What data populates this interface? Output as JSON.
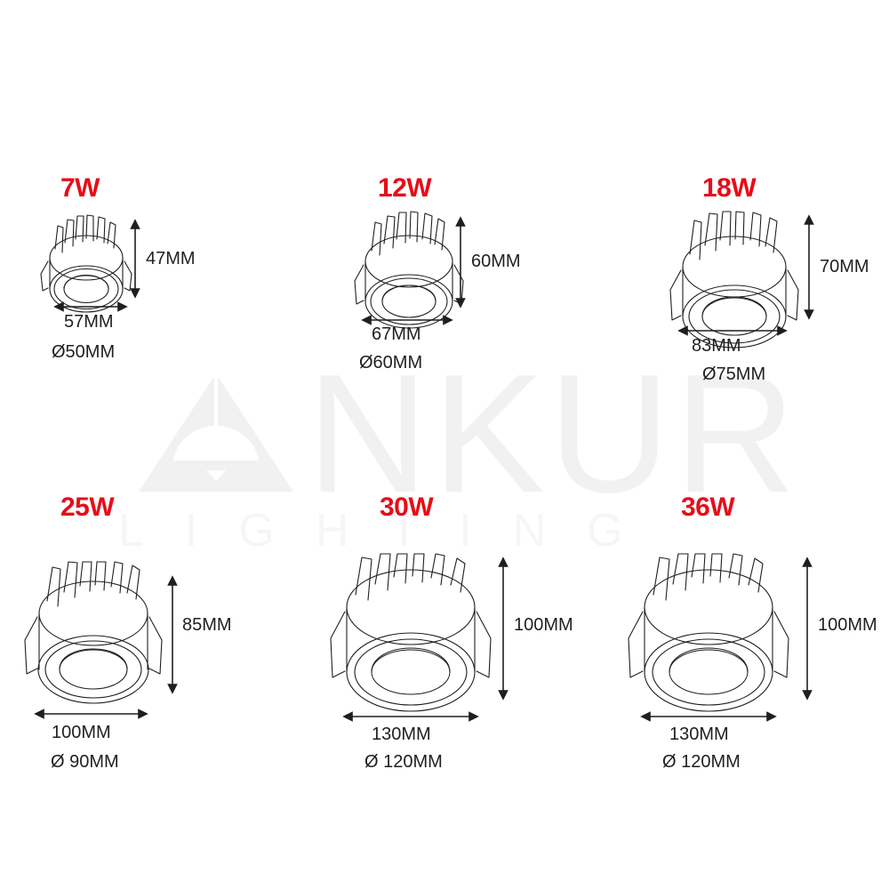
{
  "watermark": {
    "brand": "ANKUR",
    "tagline": "LIGHTING",
    "icon": "pendant-lamp-icon",
    "color": "#f1f1f1"
  },
  "theme": {
    "accent_red": "#e60d18",
    "line_black": "#1f1f1f",
    "background": "#ffffff"
  },
  "diagram": {
    "type": "product-dimension-sheet",
    "product": "LED recessed downlight",
    "unit": "MM",
    "diameter_symbol": "Ø",
    "rows": 2,
    "columns": 3
  },
  "products": [
    {
      "watt": "7W",
      "height": "47MM",
      "width": "57MM",
      "cutout": "Ø50MM",
      "height_value": 47,
      "width_value": 57,
      "cutout_value": 50
    },
    {
      "watt": "12W",
      "height": "60MM",
      "width": "67MM",
      "cutout": "Ø60MM",
      "height_value": 60,
      "width_value": 67,
      "cutout_value": 60
    },
    {
      "watt": "18W",
      "height": "70MM",
      "width": "83MM",
      "cutout": "Ø75MM",
      "height_value": 70,
      "width_value": 83,
      "cutout_value": 75
    },
    {
      "watt": "25W",
      "height": "85MM",
      "width": "100MM",
      "cutout": "Ø 90MM",
      "height_value": 85,
      "width_value": 100,
      "cutout_value": 90
    },
    {
      "watt": "30W",
      "height": "100MM",
      "width": "130MM",
      "cutout": "Ø 120MM",
      "height_value": 100,
      "width_value": 130,
      "cutout_value": 120
    },
    {
      "watt": "36W",
      "height": "100MM",
      "width": "130MM",
      "cutout": "Ø 120MM",
      "height_value": 100,
      "width_value": 130,
      "cutout_value": 120
    }
  ]
}
